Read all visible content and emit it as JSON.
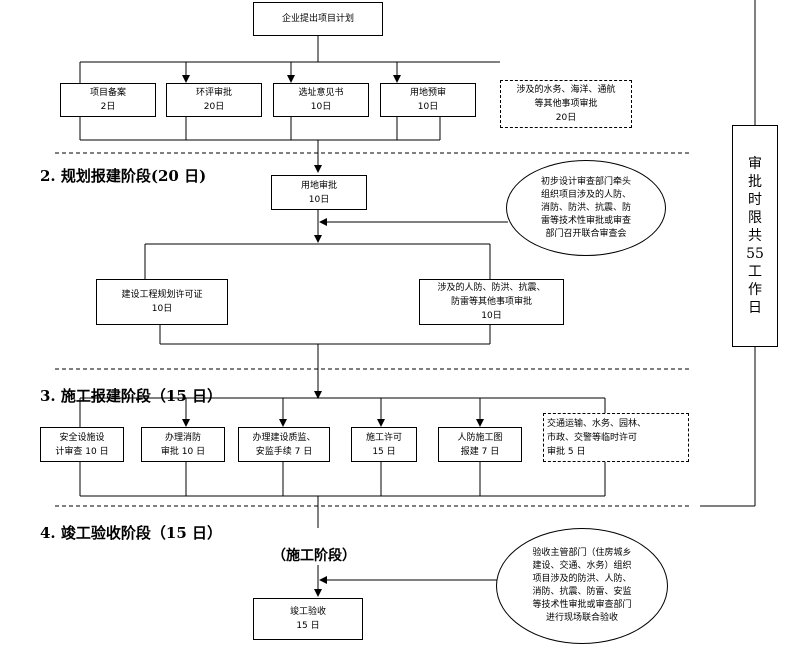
{
  "boxes": {
    "plan": "企业提出项目计划",
    "filing": [
      "项目备案",
      "2日"
    ],
    "eia": [
      "环评审批",
      "20日"
    ],
    "site_opinion": [
      "选址意见书",
      "10日"
    ],
    "land_pre": [
      "用地预审",
      "10日"
    ],
    "water": [
      "涉及的水务、海洋、通航",
      "等其他事项审批",
      "20日"
    ],
    "land_approval": [
      "用地审批",
      "10日"
    ],
    "prelim_design": [
      "初步设计审查部门牵头",
      "组织项目涉及的人防、",
      "消防、防洪、抗震、防",
      "雷等技术性审批或审查",
      "部门召开联合审查会"
    ],
    "planning_permit": [
      "建设工程规划许可证",
      "10日"
    ],
    "civil_defense_related": [
      "涉及的人防、防洪、抗震、",
      "防雷等其他事项审批",
      "10日"
    ],
    "safety_design": [
      "安全设施设",
      "计审查 10 日"
    ],
    "fire": [
      "办理消防",
      "审批 10 日"
    ],
    "quality": [
      "办理建设质监、",
      "安监手续 7 日"
    ],
    "construction_permit": [
      "施工许可",
      "15 日"
    ],
    "civil_drawing": [
      "人防施工图",
      "报建 7 日"
    ],
    "traffic": [
      "交通运输、水务、园林、",
      "市政、交警等临时许可",
      "审批 5 日"
    ],
    "acceptance_org": [
      "验收主管部门（住房城乡",
      "建设、交通、水务）组织",
      "项目涉及的防洪、人防、",
      "消防、抗震、防雷、安监",
      "等技术性审批或审查部门",
      "进行现场联合验收"
    ],
    "completion": [
      "竣工验收",
      "15 日"
    ]
  },
  "headings": {
    "h2": "2. 规划报建阶段(20 日)",
    "h3": "3. 施工报建阶段（15 日）",
    "h4": "4. 竣工验收阶段（15 日）",
    "phase": "（施工阶段）"
  },
  "side_label": [
    "审",
    "批",
    "时",
    "限",
    "共",
    "55",
    "工",
    "作",
    "日"
  ]
}
